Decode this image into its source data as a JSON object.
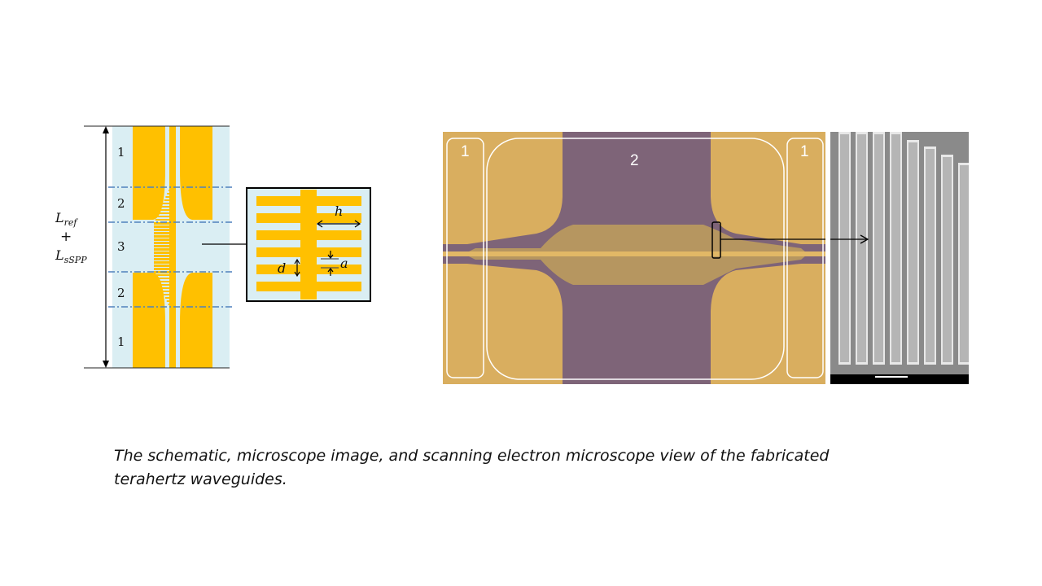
{
  "schematic": {
    "region_labels": [
      "1",
      "2",
      "3",
      "2",
      "1"
    ],
    "length_label": {
      "l_ref": "L",
      "ref_sub": "ref",
      "plus": "+",
      "l_sspp": "L",
      "sspp_sub": "sSPP"
    },
    "inset_labels": {
      "h": "h",
      "d": "d",
      "a": "a"
    }
  },
  "microscope": {
    "region_labels": [
      "1",
      "2",
      "1"
    ]
  },
  "caption": "The schematic, microscope image, and scanning electron microscope view of the fabricated terahertz waveguides.",
  "colors": {
    "gold": "#FFC000",
    "substrate": "#DAEEF3",
    "dash": "#4F81BD",
    "micro_gold": "#D9AE5F",
    "micro_purple": "#7E6478"
  }
}
